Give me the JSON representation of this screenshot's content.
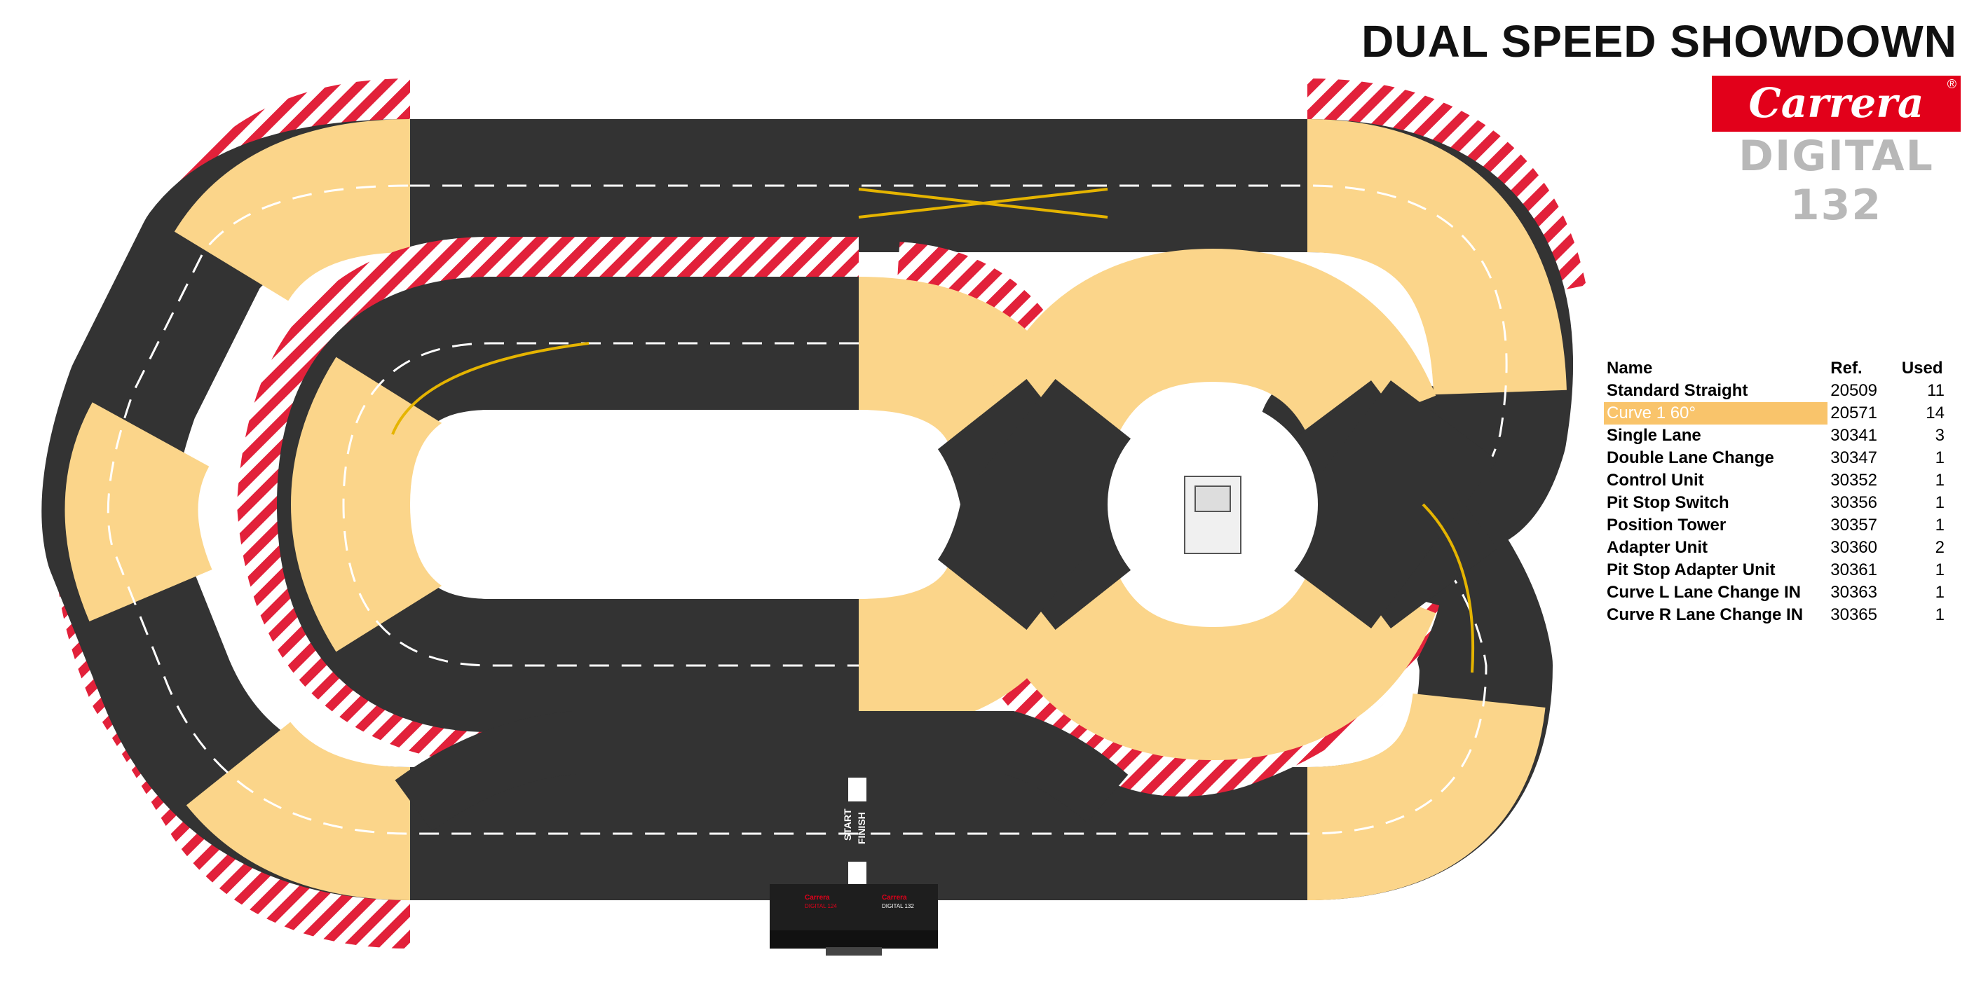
{
  "title": "DUAL SPEED SHOWDOWN",
  "logo": {
    "brand": "Carrera",
    "registered": "®",
    "product": "DIGITAL 132"
  },
  "parts_table": {
    "headers": {
      "name": "Name",
      "ref": "Ref.",
      "used": "Used"
    },
    "highlighted_row": 1,
    "rows": [
      {
        "name": "Standard Straight",
        "ref": "20509",
        "used": "11"
      },
      {
        "name": "Curve 1 60°",
        "ref": "20571",
        "used": "14"
      },
      {
        "name": "Single Lane",
        "ref": "30341",
        "used": "3"
      },
      {
        "name": "Double Lane Change",
        "ref": "30347",
        "used": "1"
      },
      {
        "name": "Control Unit",
        "ref": "30352",
        "used": "1"
      },
      {
        "name": "Pit Stop Switch",
        "ref": "30356",
        "used": "1"
      },
      {
        "name": "Position Tower",
        "ref": "30357",
        "used": "1"
      },
      {
        "name": "Adapter Unit",
        "ref": "30360",
        "used": "2"
      },
      {
        "name": "Pit Stop Adapter Unit",
        "ref": "30361",
        "used": "1"
      },
      {
        "name": "Curve L Lane Change IN",
        "ref": "30363",
        "used": "1"
      },
      {
        "name": "Curve R Lane Change IN",
        "ref": "30365",
        "used": "1"
      }
    ]
  },
  "track_labels": {
    "start": "START",
    "finish": "FINISH",
    "unit_left": "DIGITAL 124",
    "unit_right": "DIGITAL 132",
    "unit_brand": "Carrera"
  },
  "colors": {
    "track": "#333333",
    "curve_fill": "#fbd58a",
    "curb_red": "#e2213a",
    "lane_line": "#cfcfcf",
    "lane_change": "#e5b400",
    "brand_red": "#e2001a"
  }
}
